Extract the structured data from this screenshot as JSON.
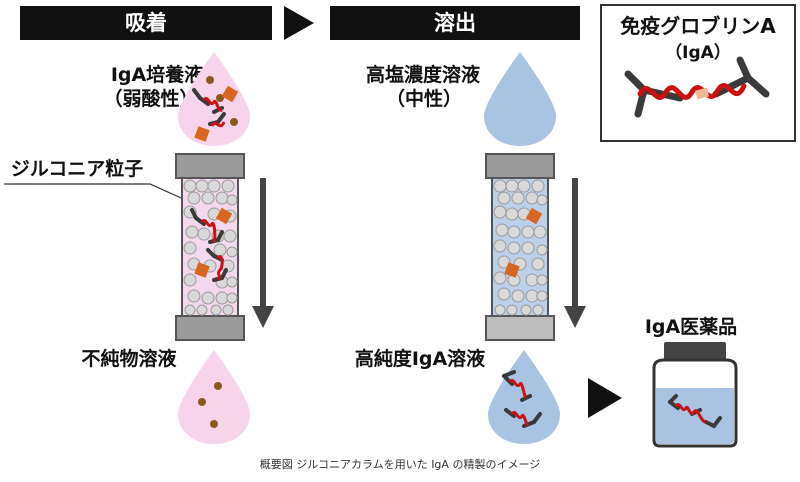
{
  "stages": {
    "adsorption": "吸着",
    "elution": "溶出"
  },
  "labels": {
    "culture_line1": "IgA培養液",
    "culture_line2": "（弱酸性）",
    "salt_line1": "高塩濃度溶液",
    "salt_line2": "（中性）",
    "particles": "ジルコニア粒子",
    "impure": "不純物溶液",
    "pure": "高純度IgA溶液",
    "drug": "IgA医薬品"
  },
  "legend": {
    "title_line1": "免疫グロブリンA",
    "title_line2": "（IgA）"
  },
  "caption": "概要図 ジルコニアカラムを用いた IgA の精製のイメージ",
  "colors": {
    "pink_drop": "#f8d4ec",
    "blue_drop": "#a9c3e3",
    "red_chain": "#cc1111",
    "antibody": "#3a3a3a",
    "impurity_orange": "#d9661f",
    "impurity_brown": "#8b5a1a"
  }
}
